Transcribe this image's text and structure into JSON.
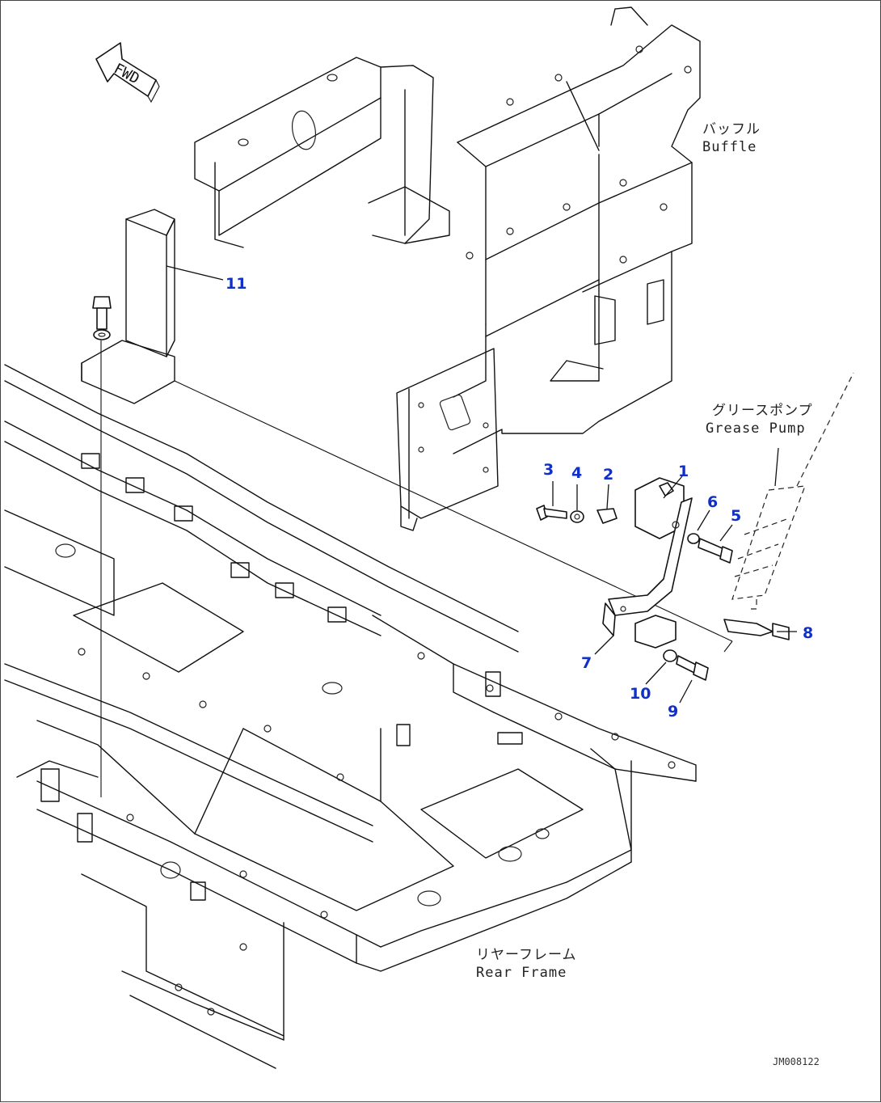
{
  "drawing": {
    "doc_id": "JM008122",
    "fwd_marker": "FWD",
    "labels": {
      "baffle_jp": "バッフル",
      "baffle_en": "Buffle",
      "grease_jp": "グリースポンプ",
      "grease_en": "Grease Pump",
      "rear_jp": "リヤーフレーム",
      "rear_en": "Rear Frame"
    },
    "callouts": [
      "1",
      "2",
      "3",
      "4",
      "5",
      "6",
      "7",
      "8",
      "9",
      "10",
      "11"
    ],
    "accent_color": "#1030c8"
  }
}
